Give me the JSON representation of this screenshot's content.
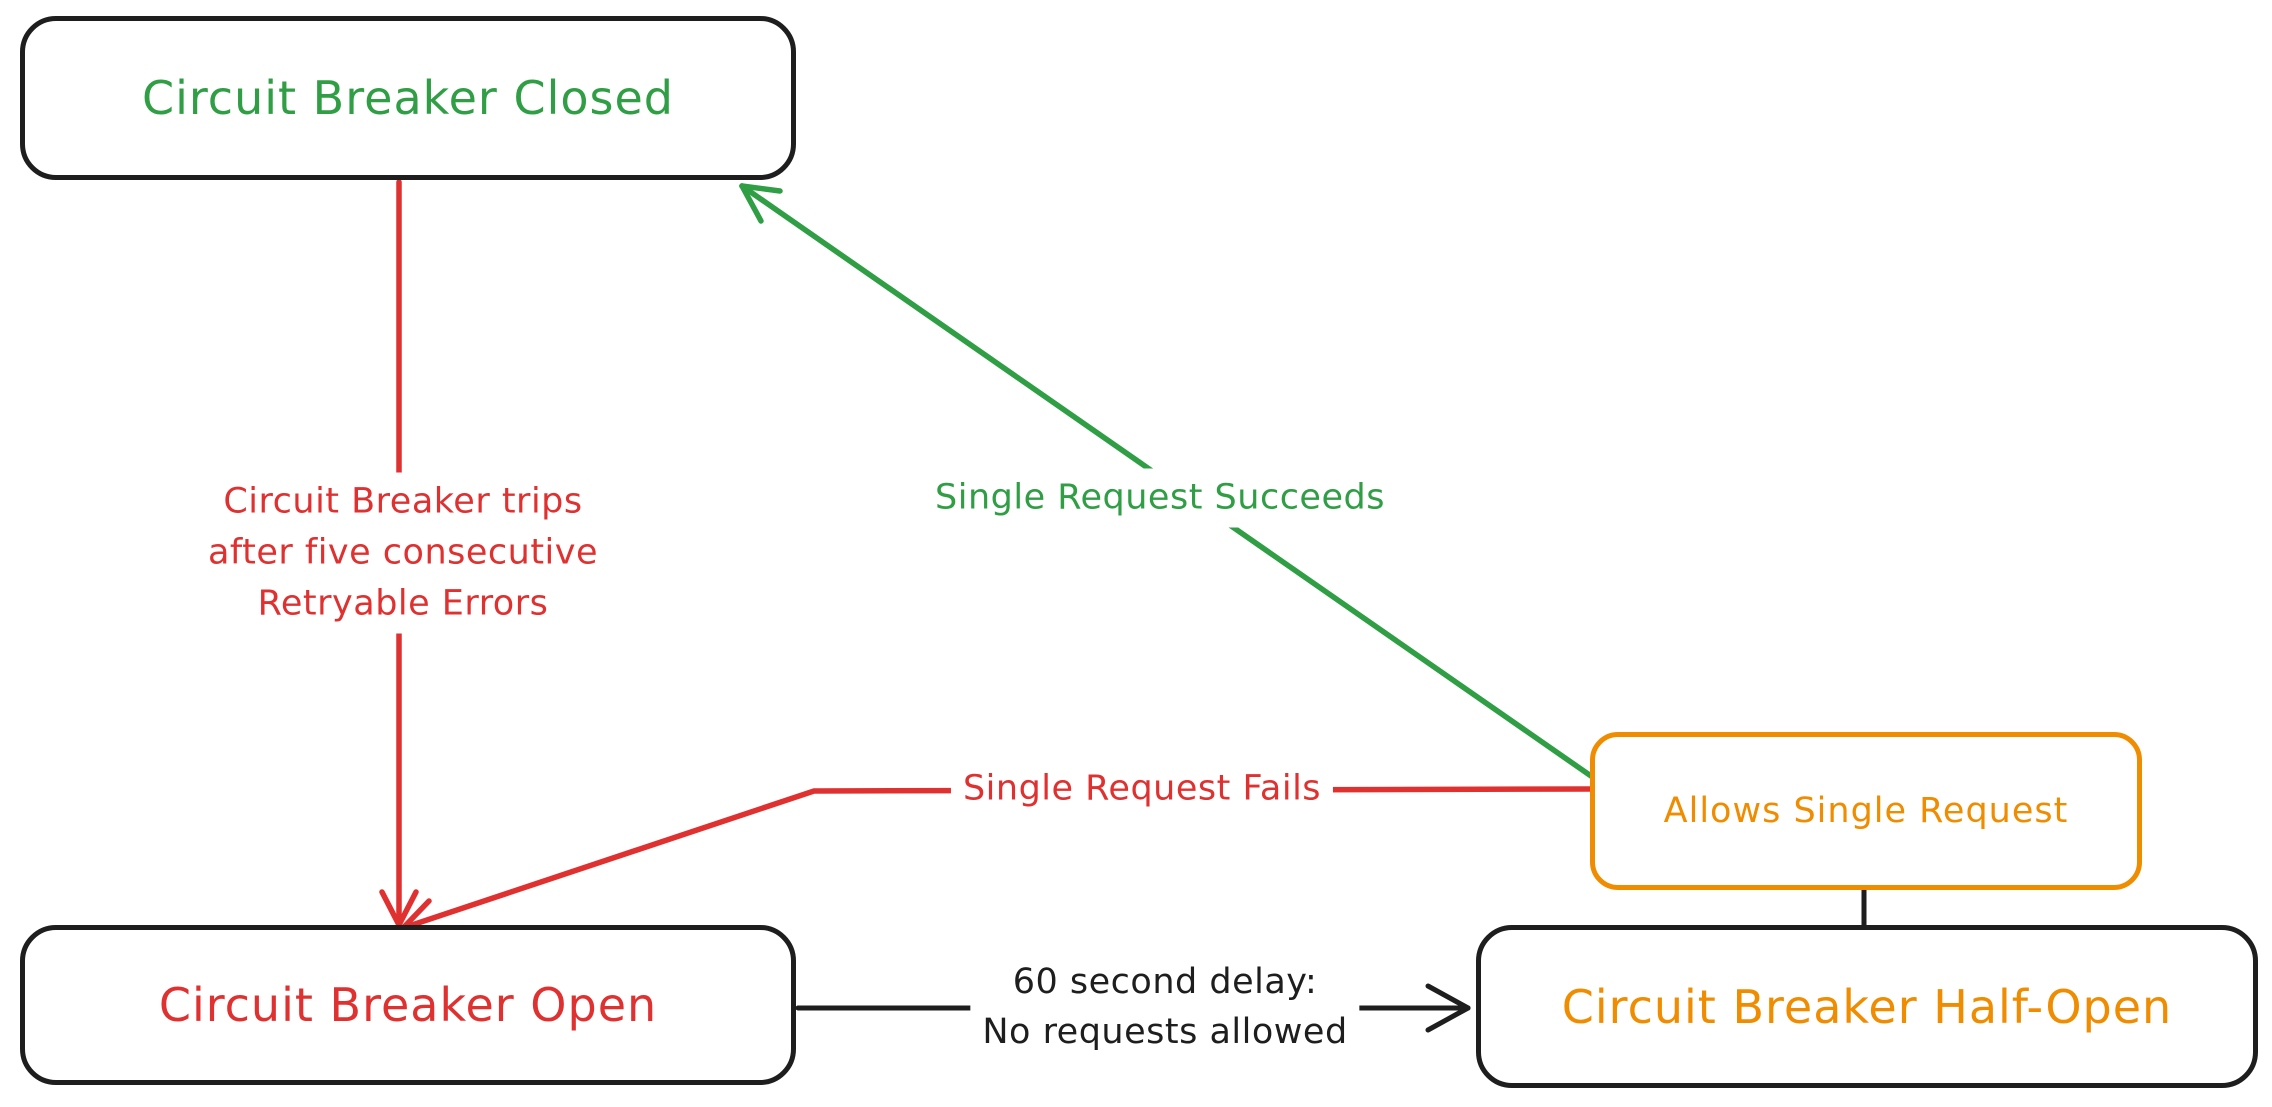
{
  "diagram": {
    "title": "Circuit Breaker state diagram",
    "background": "#ffffff",
    "colors": {
      "green": "#2f9e44",
      "red": "#e03131",
      "orange": "#f08c00",
      "black": "#1e1e1e",
      "white": "#ffffff"
    },
    "nodes": {
      "closed": {
        "label": "Circuit Breaker Closed",
        "text_color": "#2f9e44",
        "border_color": "#1e1e1e"
      },
      "open": {
        "label": "Circuit Breaker Open",
        "text_color": "#e03131",
        "border_color": "#1e1e1e"
      },
      "half_open": {
        "label": "Circuit Breaker Half-Open",
        "text_color": "#f08c00",
        "border_color": "#1e1e1e"
      },
      "allows_single": {
        "label": "Allows Single Request",
        "text_color": "#f08c00",
        "border_color": "#f08c00"
      }
    },
    "edges": {
      "trip": {
        "from": "closed",
        "to": "open",
        "color": "#e03131",
        "label_lines": [
          "Circuit Breaker trips",
          "after five consecutive",
          "Retryable Errors"
        ]
      },
      "succeeds": {
        "from": "allows_single",
        "to": "closed",
        "color": "#2f9e44",
        "label": "Single Request Succeeds"
      },
      "fails": {
        "from": "allows_single",
        "to": "open",
        "color": "#e03131",
        "label": "Single Request Fails"
      },
      "delay": {
        "from": "open",
        "to": "half_open",
        "color": "#1e1e1e",
        "label_lines": [
          "60 second delay:",
          "No requests allowed"
        ]
      },
      "connector": {
        "from": "allows_single",
        "to": "half_open",
        "color": "#1e1e1e"
      }
    }
  }
}
